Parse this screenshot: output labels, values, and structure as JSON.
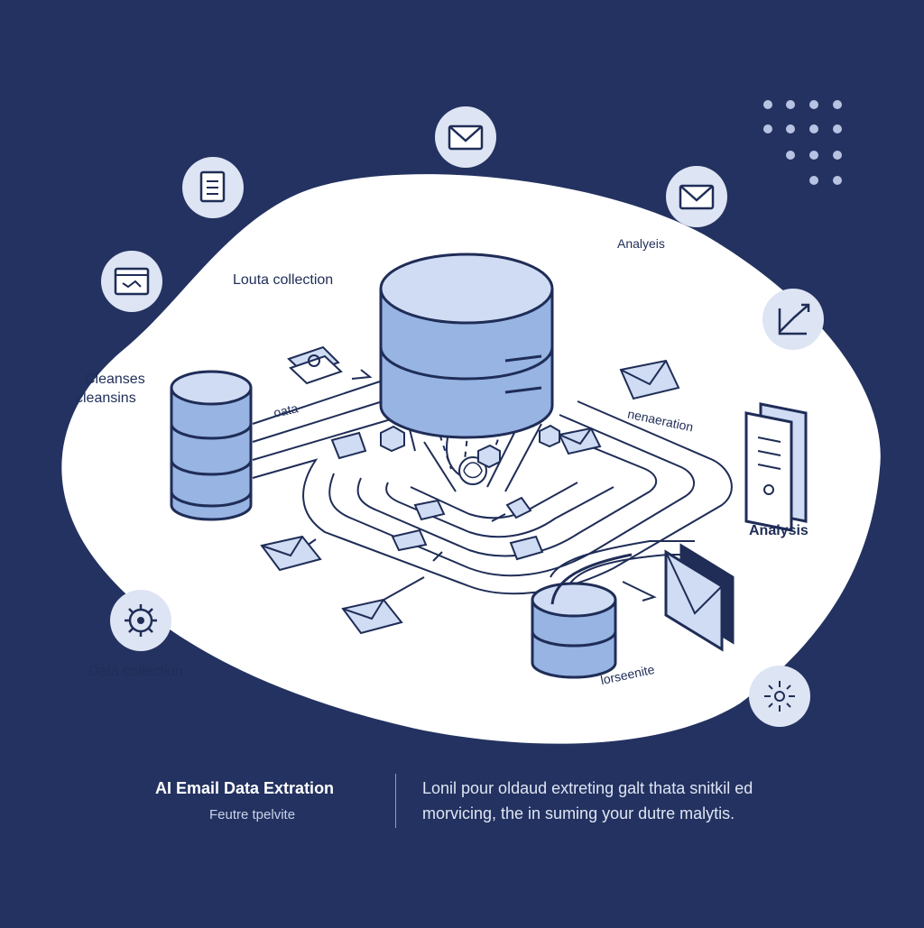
{
  "diagram": {
    "labels": {
      "louta_collection": "Louta collection",
      "cleanses": "Cleanses",
      "cleansins": "cleansins",
      "oata": "oata",
      "analyeis_top": "Analyeis",
      "nenaeration": "nenaeration",
      "analysis_right": "Analysis",
      "lorseenite": "lorseenite",
      "data_collection": "Data collection"
    },
    "icons": [
      "document-icon",
      "email-icon",
      "email-icon",
      "chart-icon",
      "gear-icon",
      "sparkle-icon",
      "browser-window-icon"
    ]
  },
  "footer": {
    "title": "AI Email Data Extration",
    "subtitle": "Feutre tpelvite",
    "description_line1": "Lonil pour oldaud extreting galt thata snitkil ed",
    "description_line2": "morvicing, the in suming your dutre malytis."
  },
  "colors": {
    "background": "#233260",
    "panel": "#ffffff",
    "accent": "#a9c0e8",
    "outline": "#1f2d57"
  }
}
